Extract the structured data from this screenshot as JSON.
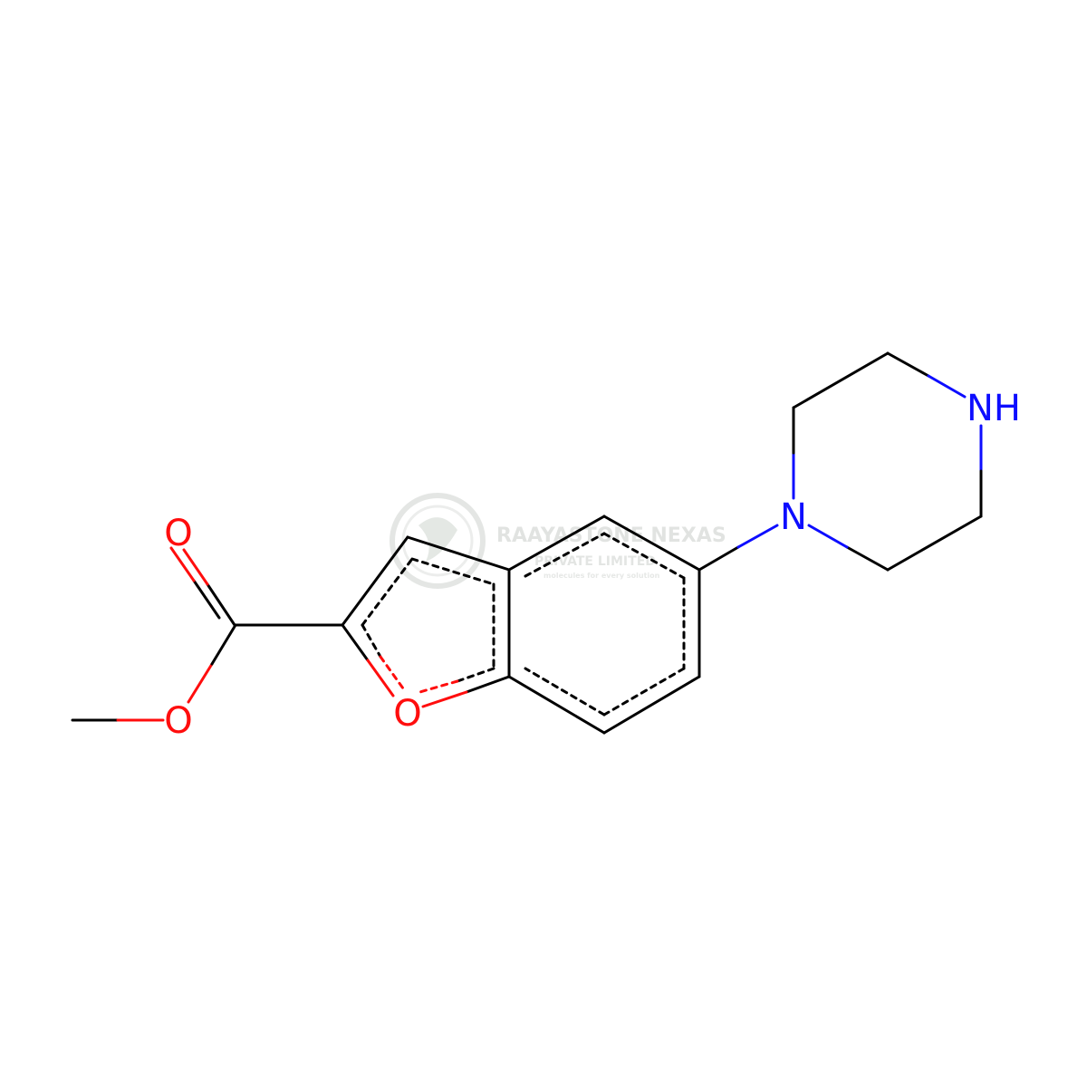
{
  "molecule": {
    "atoms": {
      "carbonyl_oxygen": {
        "label": "O",
        "color": "#ff0d0d"
      },
      "ester_oxygen": {
        "label": "O",
        "color": "#ff0d0d"
      },
      "furan_oxygen": {
        "label": "O",
        "color": "#ff0d0d"
      },
      "piperazine_n_aryl": {
        "label": "N",
        "color": "#0d0dff"
      },
      "piperazine_nh": {
        "label": "NH",
        "color": "#0d0dff"
      }
    },
    "bond_color": "#000000"
  },
  "watermark": {
    "company": "RAAYASTONE NEXAS",
    "subtitle": "PRIVATE LIMITED",
    "tagline": "molecules for every solution",
    "color": "#bfc4bf"
  }
}
